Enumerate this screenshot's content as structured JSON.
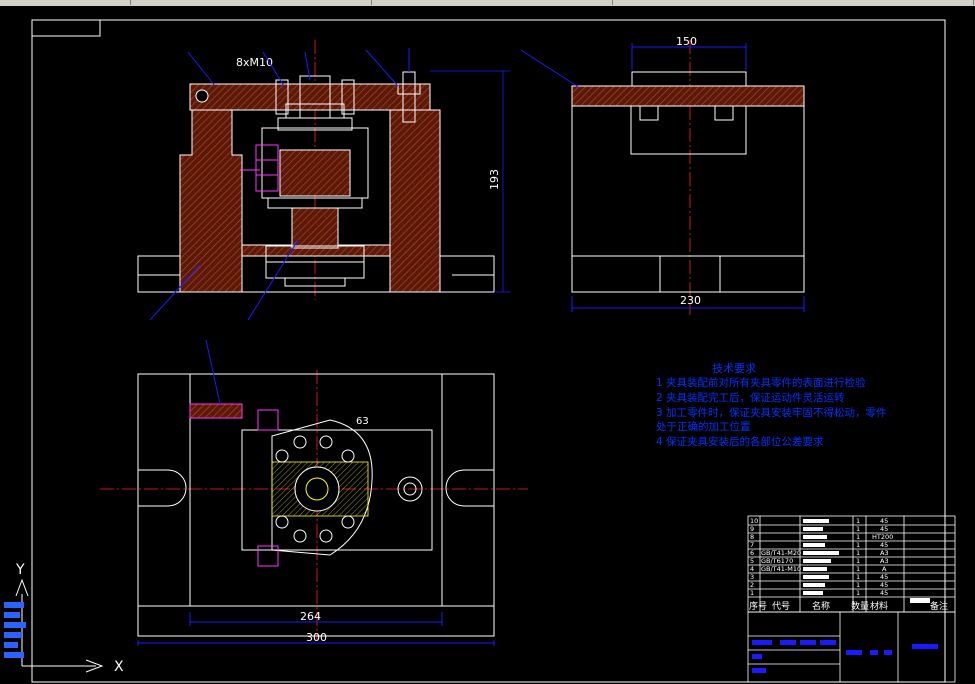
{
  "colors": {
    "background": "#000000",
    "outline": "#ffffff",
    "centerline": "#ff2020",
    "leader": "#1a1aff",
    "section_fill": "#8a2a12",
    "highlight": "#ff33ff",
    "note_text": "#0033ff",
    "yellow_hatch": "#ffff00"
  },
  "dimensions": {
    "front_height": "193",
    "side_width": "230",
    "side_top": "150",
    "plan_inner": "264",
    "plan_overall": "300",
    "angle": "63",
    "hole_spec": "8xM10"
  },
  "tech_notes": {
    "title": "技术要求",
    "items": [
      "1  夹具装配前对所有夹具零件的表面进行检验",
      "2  夹具装配完工后，保证运动件灵活运转",
      "3  加工零件时，保证夹具安装牢固不得松动，零件",
      "     处于正确的加工位置",
      "4  保证夹具安装后的各部位公差要求"
    ]
  },
  "bom": {
    "rows": [
      {
        "no": "10",
        "code": "",
        "qty": "1",
        "mat": "45"
      },
      {
        "no": "9",
        "code": "",
        "qty": "1",
        "mat": "45"
      },
      {
        "no": "8",
        "code": "",
        "qty": "1",
        "mat": "HT200"
      },
      {
        "no": "7",
        "code": "",
        "qty": "1",
        "mat": "45"
      },
      {
        "no": "6",
        "code": "GB/T41-M20",
        "qty": "1",
        "mat": "A3"
      },
      {
        "no": "5",
        "code": "GB/T6170",
        "qty": "1",
        "mat": "A3"
      },
      {
        "no": "4",
        "code": "GB/T41-M10",
        "qty": "1",
        "mat": "A"
      },
      {
        "no": "3",
        "code": "",
        "qty": "1",
        "mat": "45"
      },
      {
        "no": "2",
        "code": "",
        "qty": "1",
        "mat": "45"
      },
      {
        "no": "1",
        "code": "",
        "qty": "1",
        "mat": "45"
      }
    ],
    "header": {
      "no": "序号",
      "code": "代号",
      "name": "名称",
      "qty": "数量",
      "mat": "材料",
      "remark": "备注"
    }
  },
  "ucs": {
    "x_label": "X",
    "y_label": "Y"
  }
}
